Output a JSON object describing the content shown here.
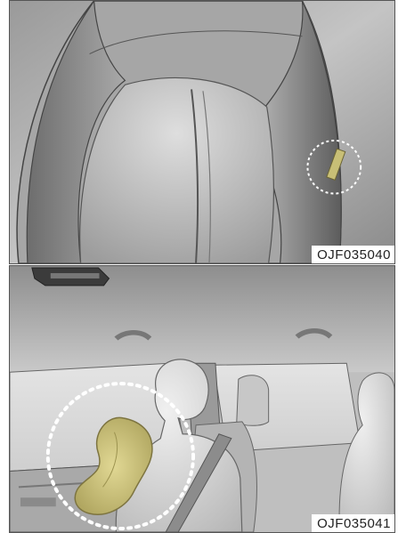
{
  "figures": [
    {
      "subject": "Seat side airbag",
      "code": "OJF035040"
    },
    {
      "subject": "Front seat side airbag deployment",
      "code": "OJF035041"
    }
  ],
  "colors": {
    "airbag": "#c9c07a",
    "highlight_circle": "#ffffff",
    "seat_dark": "#6f6f6f",
    "seat_light": "#d8d8d8"
  }
}
